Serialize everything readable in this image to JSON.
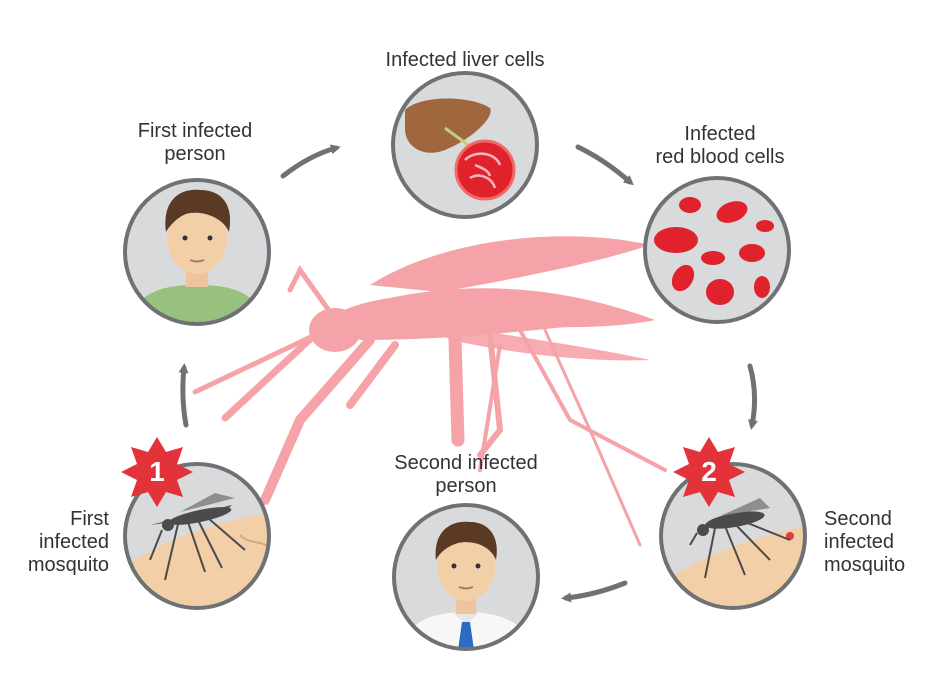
{
  "diagram": {
    "nodes": {
      "infected_liver_cells": {
        "lines": [
          "Infected liver cells"
        ]
      },
      "first_infected_person": {
        "lines": [
          "First infected",
          "person"
        ]
      },
      "infected_red_blood_cells": {
        "lines": [
          "Infected",
          "red blood cells"
        ]
      },
      "first_infected_mosquito": {
        "lines": [
          "First",
          "infected",
          "mosquito"
        ],
        "badge": "1"
      },
      "second_infected_person": {
        "lines": [
          "Second infected",
          "person"
        ]
      },
      "second_infected_mosquito": {
        "lines": [
          "Second",
          "infected",
          "mosquito"
        ],
        "badge": "2"
      }
    },
    "colors": {
      "circle_fill": "#d9dadb",
      "circle_border": "#6f7275",
      "arrow": "#6f7275",
      "mosquito_silhouette": "#f5a3a8",
      "badge_red": "#e2323a",
      "blood_cell": "#e0222c",
      "skin": "#f3cfa7",
      "shirt_green": "#98c07e",
      "hair": "#5a3a24",
      "tie": "#2a6cc2"
    }
  }
}
